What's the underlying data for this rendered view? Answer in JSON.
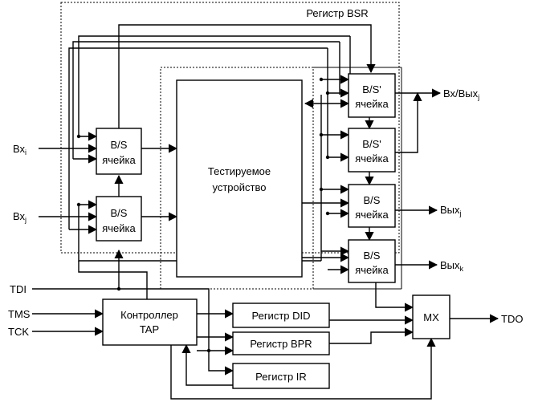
{
  "labels": {
    "bsr_register": "Регистр BSR",
    "dut_line1": "Тестируемое",
    "dut_line2": "устройство",
    "bs_cell_line1": "B/S",
    "bs_cell_line2": "ячейка",
    "bsp_cell_line1": "B/S'",
    "controller_line1": "Контроллер",
    "controller_line2": "TAP",
    "reg_did": "Регистр DID",
    "reg_bpr": "Регистр BPR",
    "reg_ir": "Регистр IR",
    "mx": "MX"
  },
  "signals": {
    "in_i": "Вх",
    "in_i_sub": "i",
    "in_j": "Вх",
    "in_j_sub": "j",
    "inout_j": "Вх/Вых",
    "inout_j_sub": "j",
    "out_j": "Вых",
    "out_j_sub": "j",
    "out_k": "Вых",
    "out_k_sub": "k",
    "tdi": "TDI",
    "tms": "TMS",
    "tck": "TCK",
    "tdo": "TDO"
  }
}
